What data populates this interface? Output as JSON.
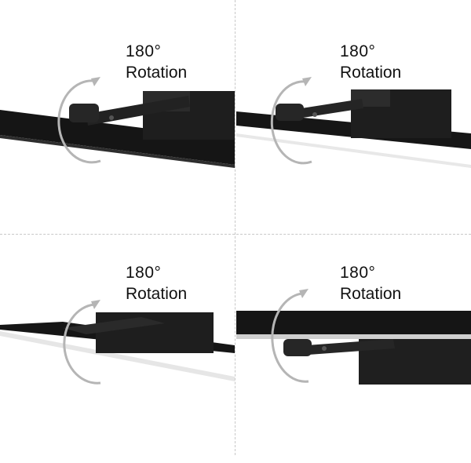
{
  "panels": [
    {
      "angle": "180°",
      "label": "Rotation"
    },
    {
      "angle": "180°",
      "label": "Rotation"
    },
    {
      "angle": "180°",
      "label": "Rotation"
    },
    {
      "angle": "180°",
      "label": "Rotation"
    }
  ],
  "colors": {
    "fixture": "#1a1a1a",
    "fixture_edge": "#3a3a3a",
    "arrow": "#b5b5b5",
    "divider": "#c8c8c8"
  }
}
